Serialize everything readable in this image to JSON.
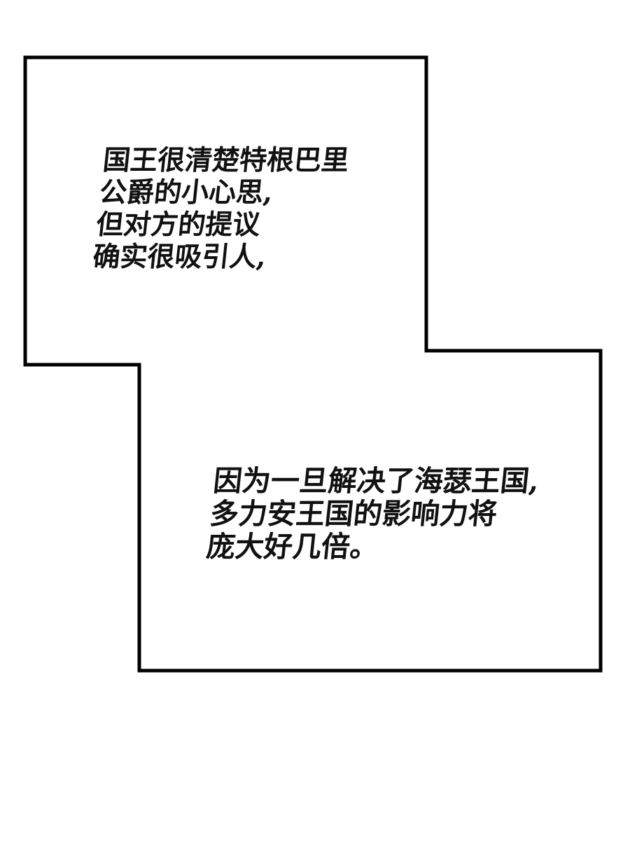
{
  "panel": {
    "caption_top": {
      "lines": [
        "国王很清楚特根巴里",
        "公爵的小心思,",
        "但对方的提议",
        "确实很吸引人,"
      ]
    },
    "caption_bottom": {
      "lines": [
        "因为一旦解决了海瑟王国,",
        "多力安王国的影响力将",
        "庞大好几倍。"
      ]
    },
    "colors": {
      "border": "#000000",
      "background": "#ffffff",
      "text": "#111111"
    }
  }
}
